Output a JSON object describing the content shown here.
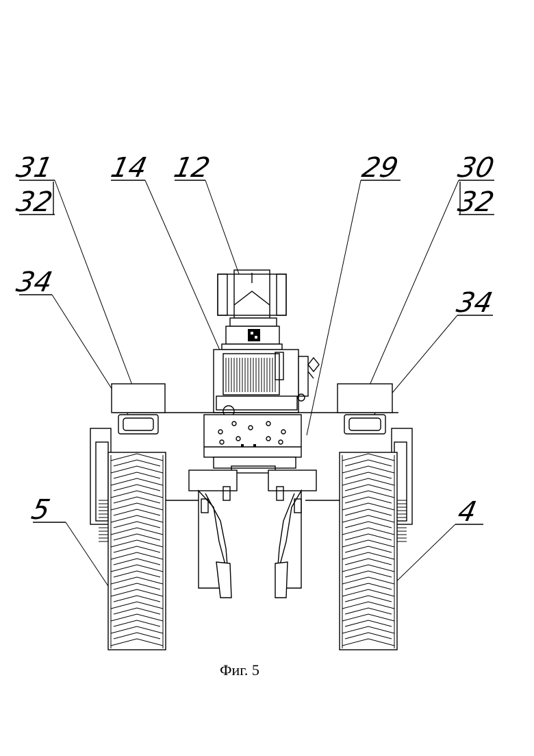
{
  "figure": {
    "caption": "Фиг. 5",
    "labels": [
      {
        "id": "label-31",
        "text": "31"
      },
      {
        "id": "label-32-left",
        "text": "32"
      },
      {
        "id": "label-14",
        "text": "14"
      },
      {
        "id": "label-12",
        "text": "12"
      },
      {
        "id": "label-29",
        "text": "29"
      },
      {
        "id": "label-30",
        "text": "30"
      },
      {
        "id": "label-32-right",
        "text": "32"
      },
      {
        "id": "label-34-left",
        "text": "34"
      },
      {
        "id": "label-34-right",
        "text": "34"
      },
      {
        "id": "label-5",
        "text": "5"
      },
      {
        "id": "label-4",
        "text": "4"
      }
    ]
  }
}
